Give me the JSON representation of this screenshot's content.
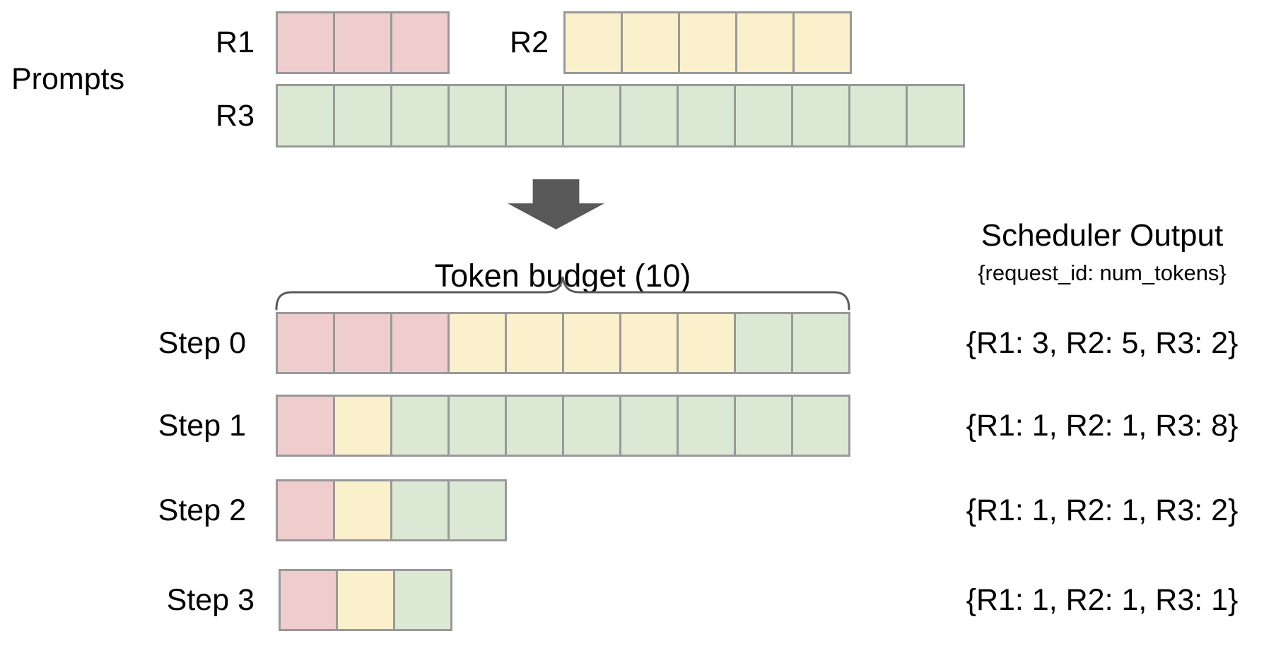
{
  "prompts_section": {
    "label": "Prompts",
    "rows": [
      {
        "id": "R1",
        "label": "R1",
        "segments": [
          {
            "color": "pink",
            "cells": 3
          }
        ]
      },
      {
        "id": "R2",
        "label": "R2",
        "segments": [
          {
            "color": "yellow",
            "cells": 5
          }
        ]
      },
      {
        "id": "R3",
        "label": "R3",
        "segments": [
          {
            "color": "green",
            "cells": 12
          }
        ]
      }
    ]
  },
  "token_budget": {
    "label": "Token budget (10)",
    "value": 10
  },
  "scheduler_output": {
    "title": "Scheduler Output",
    "subtitle": "{request_id: num_tokens}"
  },
  "steps": [
    {
      "label": "Step 0",
      "segments": [
        {
          "color": "pink",
          "cells": 3
        },
        {
          "color": "yellow",
          "cells": 5
        },
        {
          "color": "green",
          "cells": 2
        }
      ],
      "output": "{R1: 3, R2: 5, R3: 2}"
    },
    {
      "label": "Step 1",
      "segments": [
        {
          "color": "pink",
          "cells": 1
        },
        {
          "color": "yellow",
          "cells": 1
        },
        {
          "color": "green",
          "cells": 8
        }
      ],
      "output": "{R1: 1, R2: 1, R3: 8}"
    },
    {
      "label": "Step 2",
      "segments": [
        {
          "color": "pink",
          "cells": 1
        },
        {
          "color": "yellow",
          "cells": 1
        },
        {
          "color": "green",
          "cells": 2
        }
      ],
      "output": "{R1: 1, R2: 1, R3: 2}"
    },
    {
      "label": "Step 3",
      "segments": [
        {
          "color": "pink",
          "cells": 1
        },
        {
          "color": "yellow",
          "cells": 1
        },
        {
          "color": "green",
          "cells": 1
        }
      ],
      "output": "{R1: 1, R2: 1, R3: 1}"
    }
  ],
  "legend": {
    "pink_meaning": "R1 tokens",
    "yellow_meaning": "R2 tokens",
    "green_meaning": "R3 tokens"
  },
  "colors": {
    "pink": "#eecdcc",
    "yellow": "#fbf0cc",
    "green": "#dbe8d4",
    "cell_border": "#999999",
    "arrow": "#595959",
    "text": "#000000"
  }
}
